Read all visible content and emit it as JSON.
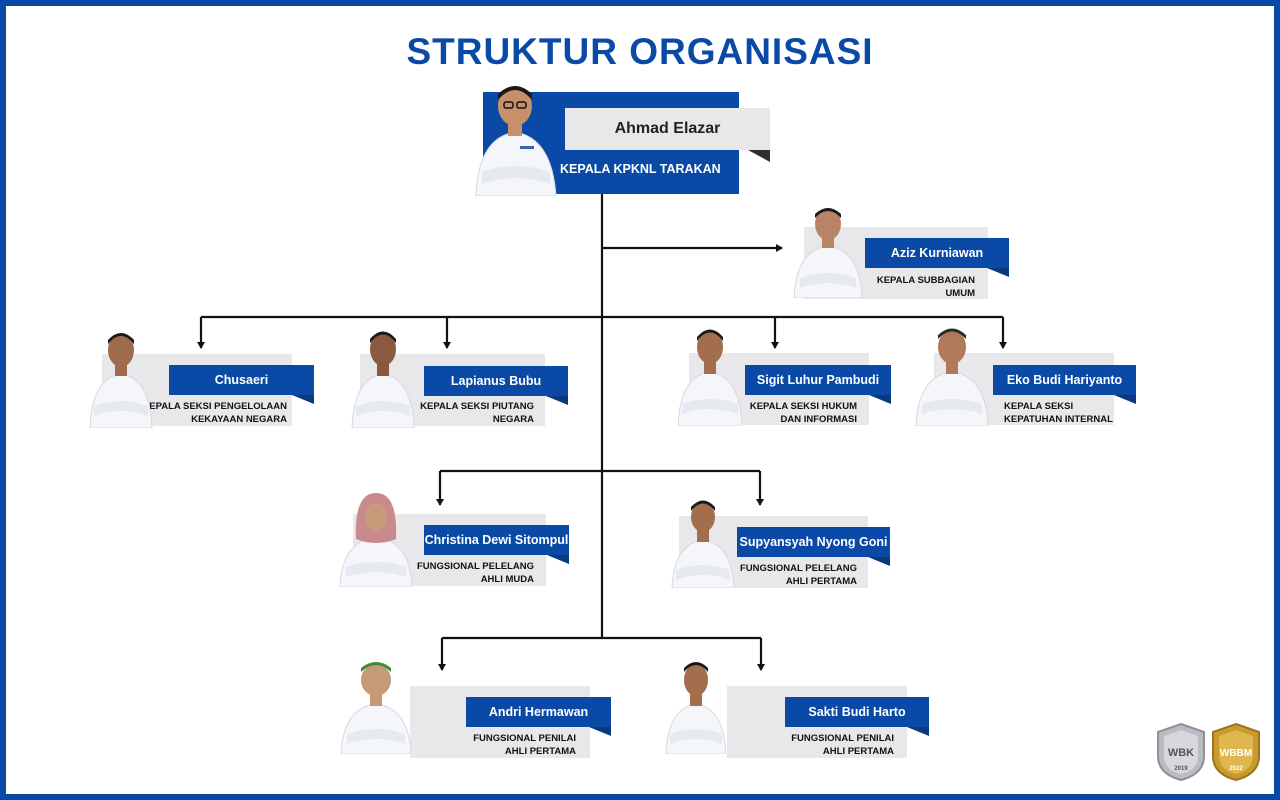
{
  "title": "STRUKTUR ORGANISASI",
  "head": {
    "name": "Ahmad Elazar",
    "role": "KEPALA KPKNL TARAKAN"
  },
  "staff": [
    {
      "name": "Aziz Kurniawan",
      "role": "KEPALA SUBBAGIAN\nUMUM"
    },
    {
      "name": "Chusaeri",
      "role": "KEPALA SEKSI PENGELOLAAN\nKEKAYAAN NEGARA"
    },
    {
      "name": "Lapianus Bubu",
      "role": "KEPALA SEKSI PIUTANG\nNEGARA"
    },
    {
      "name": "Sigit Luhur Pambudi",
      "role": "KEPALA SEKSI HUKUM\nDAN INFORMASI"
    },
    {
      "name": "Eko Budi Hariyanto",
      "role": "KEPALA SEKSI\nKEPATUHAN INTERNAL"
    },
    {
      "name": "Christina Dewi Sitompul",
      "role": "FUNGSIONAL PELELANG\nAHLI MUDA"
    },
    {
      "name": "Supyansyah Nyong Goni",
      "role": "FUNGSIONAL PELELANG\nAHLI PERTAMA"
    },
    {
      "name": "Andri Hermawan",
      "role": "FUNGSIONAL PENILAI\nAHLI PERTAMA"
    },
    {
      "name": "Sakti Budi Harto",
      "role": "FUNGSIONAL PENILAI\nAHLI PERTAMA"
    }
  ],
  "badges": [
    {
      "label": "WBK",
      "year": "2019"
    },
    {
      "label": "WBBM",
      "year": "2022"
    }
  ],
  "colors": {
    "brand_blue": "#0a4aa6",
    "panel_gray": "#e8e8ea",
    "fold_dark": "#0b3980",
    "badge_silver": "#b9bcc2",
    "badge_gold": "#c99a2e"
  }
}
